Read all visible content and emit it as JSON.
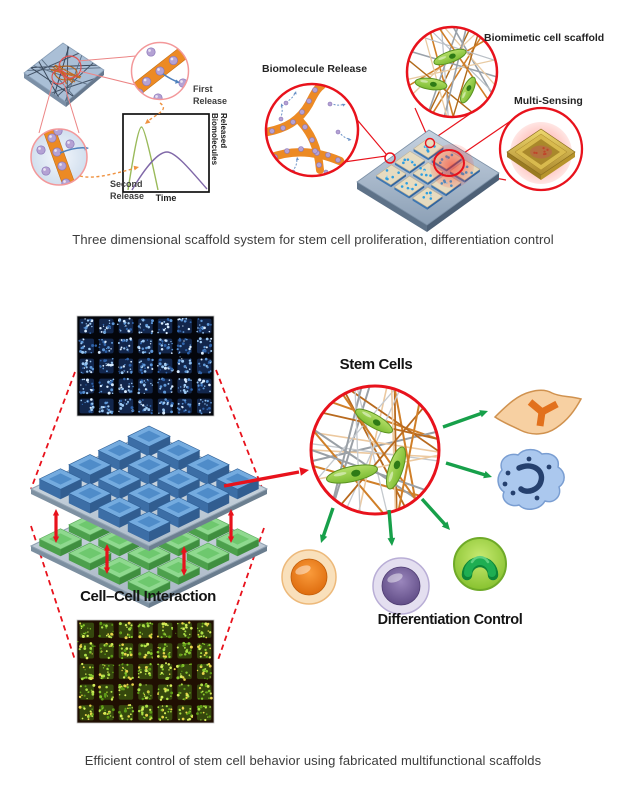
{
  "panel_top": {
    "first_release_label": "First\nRelease",
    "second_release_label": "Second\nRelease",
    "graph": {
      "type": "line",
      "xlabel": "Time",
      "ylabel": "Released Biomolecules",
      "series": [
        "First Release",
        "Second Release"
      ],
      "description": "First-release curve (green) peaks early; second-release curve (purple) peaks later and lower"
    },
    "biomolecule_release_label": "Biomolecule Release",
    "biomimetic_label": "Biomimetic cell scaffold",
    "multi_sensing_label": "Multi-Sensing",
    "caption": "Three dimensional scaffold system for stem cell proliferation, differentiation control"
  },
  "panel_bottom": {
    "stem_cells_label": "Stem Cells",
    "cell_cell_label": "Cell–Cell Interaction",
    "diff_control_label": "Differentiation Control",
    "caption": "Efficient control of stem cell behavior using fabricated multifunctional scaffolds"
  },
  "colors": {
    "red": "#e8121c",
    "pink_ring": "#f3989a",
    "orange_band": "#ec8a24",
    "dashed_orange": "#ef9240",
    "purple_sphere": "#b4a2d4",
    "blue_arrow": "#4f81bd",
    "graph_green": "#9aba5a",
    "graph_purple": "#8068a8",
    "green_arrow": "#17a04a",
    "cell_green": "#8cc63f",
    "pillar_blue": "#74abdf",
    "pillar_green": "#8fd98f",
    "gold": "#d4b84a"
  }
}
